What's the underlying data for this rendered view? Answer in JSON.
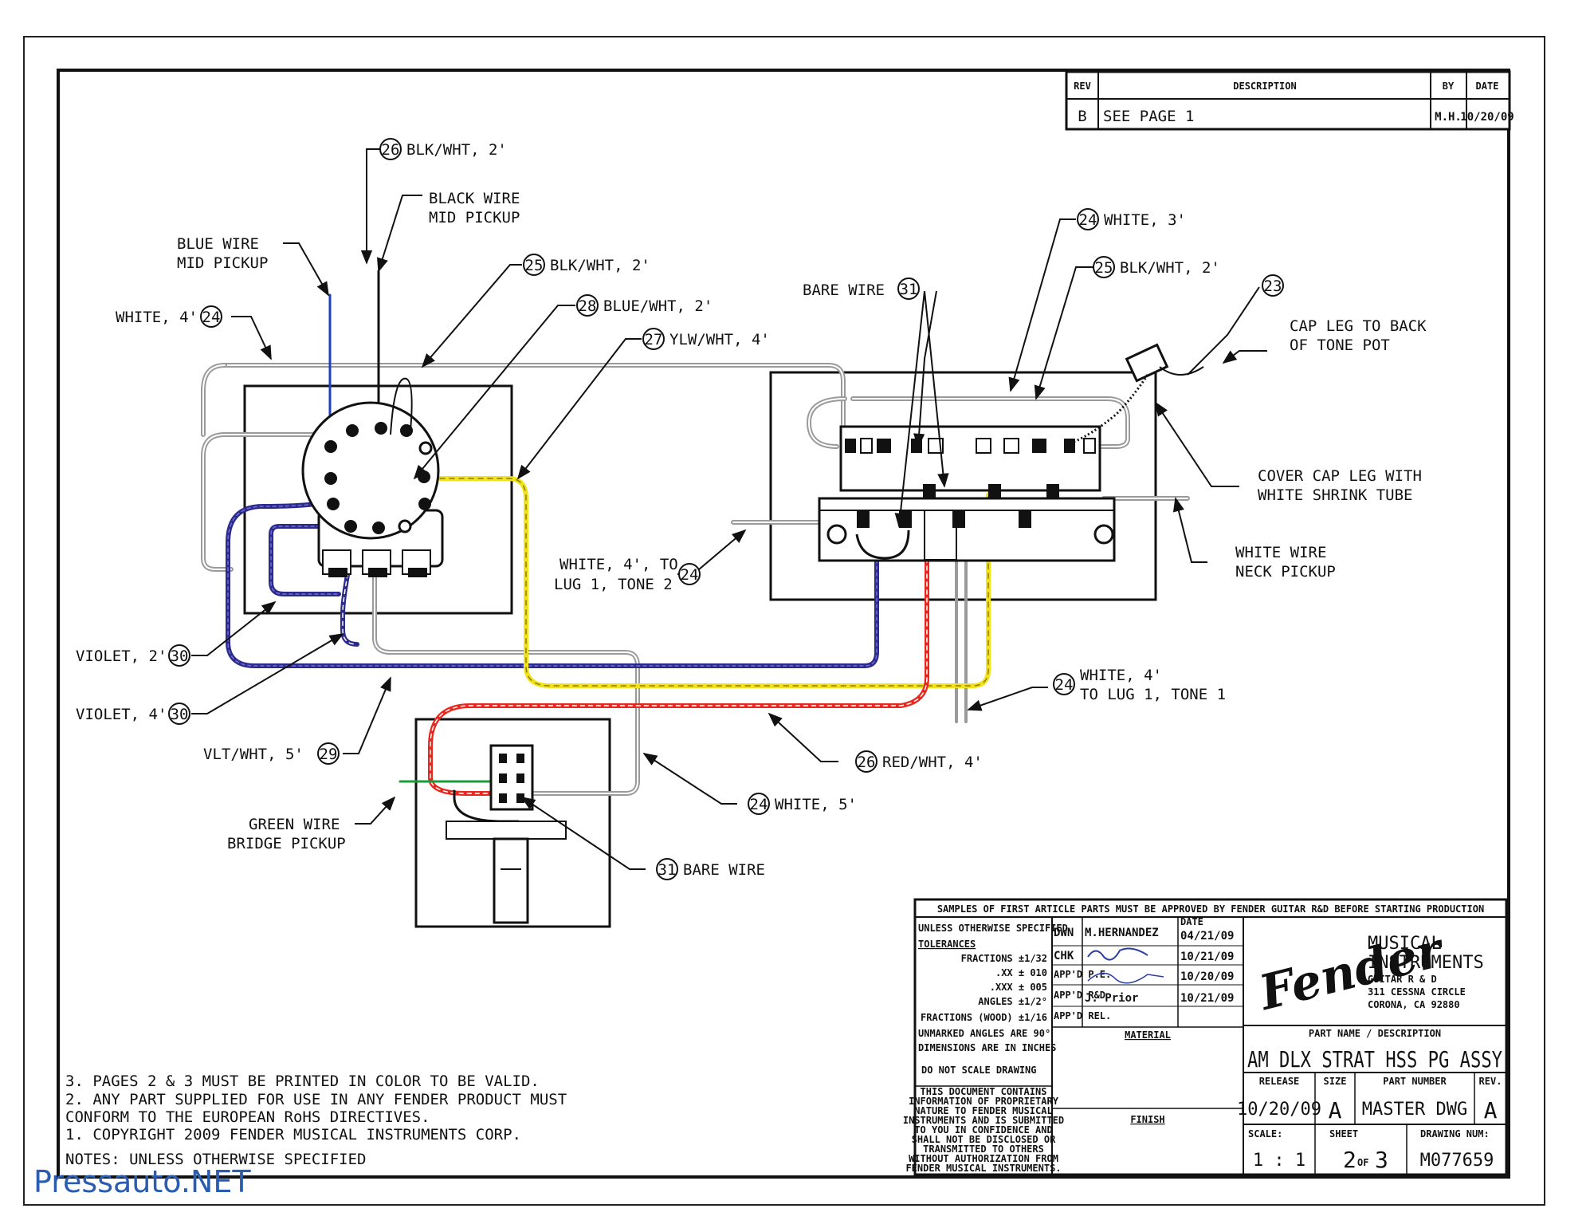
{
  "revision_block": {
    "headers": [
      "REV",
      "DESCRIPTION",
      "BY",
      "DATE"
    ],
    "row": [
      "B",
      "SEE PAGE 1",
      "M.H.",
      "10/20/09"
    ]
  },
  "callouts": [
    {
      "num": "26",
      "text": "BLK/WHT, 2'"
    },
    {
      "text": "BLACK WIRE"
    },
    {
      "text": "MID PICKUP"
    },
    {
      "text": "BLUE WIRE"
    },
    {
      "text": "MID PICKUP"
    },
    {
      "num": "25",
      "text": "BLK/WHT, 2'"
    },
    {
      "num": "28",
      "text": "BLUE/WHT, 2'"
    },
    {
      "num": "24",
      "text": "WHITE, 4'",
      "num_after": true
    },
    {
      "num": "27",
      "text": "YLW/WHT, 4'"
    },
    {
      "num": "24",
      "text": "WHITE, 3'"
    },
    {
      "num": "25",
      "text": "BLK/WHT, 2'"
    },
    {
      "num": "31",
      "text": "BARE WIRE",
      "num_after": true
    },
    {
      "num": "23",
      "text": ""
    },
    {
      "text": "CAP LEG TO BACK"
    },
    {
      "text": "OF TONE POT"
    },
    {
      "text": "COVER CAP LEG WITH"
    },
    {
      "text": "WHITE SHRINK TUBE"
    },
    {
      "text": "WHITE WIRE"
    },
    {
      "text": "NECK PICKUP"
    },
    {
      "text": "WHITE, 4', TO"
    },
    {
      "num": "24",
      "text": "LUG 1, TONE 2",
      "num_after": true
    },
    {
      "num": "30",
      "text": "VIOLET, 2'",
      "num_after": true
    },
    {
      "num": "30",
      "text": "VIOLET, 4'",
      "num_after": true
    },
    {
      "num": "29",
      "text": "VLT/WHT, 5'",
      "num_after": true
    },
    {
      "num": "24",
      "text": "WHITE, 4'"
    },
    {
      "text": "TO LUG 1, TONE 1"
    },
    {
      "num": "26",
      "text": "RED/WHT, 4'"
    },
    {
      "num": "24",
      "text": "WHITE, 5'"
    },
    {
      "text": "GREEN WIRE"
    },
    {
      "text": "BRIDGE PICKUP"
    },
    {
      "num": "31",
      "text": "BARE WIRE"
    }
  ],
  "notes": [
    "3.  PAGES 2 & 3 MUST BE PRINTED IN COLOR TO BE VALID.",
    "2.  ANY PART SUPPLIED FOR USE IN ANY FENDER PRODUCT MUST",
    "CONFORM TO THE EUROPEAN RoHS DIRECTIVES.",
    "1.  COPYRIGHT 2009 FENDER MUSICAL INSTRUMENTS CORP.",
    "NOTES: UNLESS OTHERWISE SPECIFIED"
  ],
  "title_block": {
    "banner": "SAMPLES OF FIRST ARTICLE PARTS MUST BE APPROVED BY FENDER GUITAR R&D BEFORE STARTING PRODUCTION",
    "tolerance_lines": [
      "UNLESS OTHERWISE SPECIFIED",
      "TOLERANCES",
      "FRACTIONS ±1/32",
      ".XX ± 010",
      ".XXX ± 005",
      "ANGLES ±1/2°",
      "FRACTIONS (WOOD) ±1/16",
      "UNMARKED ANGLES ARE 90°",
      "DIMENSIONS ARE IN INCHES",
      "DO NOT SCALE DRAWING"
    ],
    "proprietary_lines": [
      "THIS DOCUMENT CONTAINS",
      "INFORMATION OF PROPRIETARY",
      "NATURE TO FENDER MUSICAL",
      "INSTRUMENTS AND IS SUBMITTED",
      "TO YOU IN CONFIDENCE AND",
      "SHALL NOT BE DISCLOSED OR",
      "TRANSMITTED TO OTHERS",
      "WITHOUT AUTHORIZATION FROM",
      "FENDER MUSICAL INSTRUMENTS."
    ],
    "sign_rows": [
      {
        "label": "DWN",
        "name": "M.HERNANDEZ",
        "date": "04/21/09",
        "date_label": "DATE"
      },
      {
        "label": "CHK",
        "name": "",
        "date": "10/21/09"
      },
      {
        "label": "APP'D P.E.",
        "name": "",
        "date": "10/20/09"
      },
      {
        "label": "APP'D R&D",
        "name": "J. Prior",
        "date": "10/21/09"
      },
      {
        "label": "APP'D REL.",
        "name": "",
        "date": ""
      }
    ],
    "material_label": "MATERIAL",
    "finish_label": "FINISH",
    "logo_word": "Fender",
    "company": [
      "MUSICAL",
      "INSTRUMENTS"
    ],
    "address": [
      "GUITAR R & D",
      "311 CESSNA CIRCLE",
      "CORONA, CA 92880"
    ],
    "part_name_label": "PART NAME / DESCRIPTION",
    "part_name": "AM DLX STRAT HSS PG ASSY",
    "release_label": "RELEASE",
    "release": "10/20/09",
    "size_label": "SIZE",
    "size": "A",
    "part_number_label": "PART NUMBER",
    "part_number": "MASTER DWG",
    "rev_label": "REV.",
    "rev": "A",
    "scale_label": "SCALE:",
    "scale": "1  :  1",
    "sheet_label": "SHEET",
    "sheet": "2",
    "sheet_of": "OF",
    "sheet_total": "3",
    "drawing_num_label": "DRAWING NUM:",
    "drawing_num": "M077659"
  },
  "watermark": "Pressauto.NET",
  "colors": {
    "blue_wire": "#1f3fbf",
    "violet_wire": "#2c2a8a",
    "yellow_wire": "#f2e21a",
    "red_wire": "#e8281e",
    "green_wire": "#1a9c3a",
    "white_wire": "#9a9a9a",
    "black_wire": "#111111",
    "logo_red": "#d8261e"
  }
}
